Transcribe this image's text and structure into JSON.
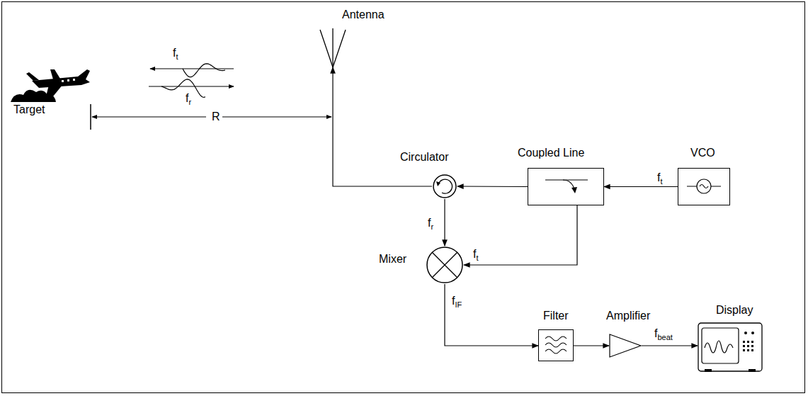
{
  "diagram": {
    "nodes": [
      {
        "text": [
          "Target"
        ]
      },
      {
        "text": [
          "Antenna"
        ]
      },
      {
        "text": [
          "Circulator"
        ]
      },
      {
        "text": [
          "Coupled Line"
        ]
      },
      {
        "text": [
          "VCO"
        ]
      },
      {
        "text": [
          "Mixer"
        ]
      },
      {
        "text": [
          "Filter"
        ]
      },
      {
        "text": [
          "Amplifier"
        ]
      },
      {
        "text": [
          "Display"
        ]
      }
    ],
    "edges": [
      {
        "from": 4,
        "to": 3,
        "arrow": "to",
        "label": "ft"
      },
      {
        "from": 3,
        "to": 2,
        "arrow": "to"
      },
      {
        "from": 2,
        "to": 1,
        "arrow": "to"
      },
      {
        "from": 2,
        "to": 5,
        "arrow": "to",
        "label": "fr"
      },
      {
        "from": 3,
        "to": 5,
        "arrow": "to",
        "label": "ft"
      },
      {
        "from": 5,
        "to": 6,
        "arrow": "to",
        "label": "fIF"
      },
      {
        "from": 6,
        "to": 7,
        "arrow": "to"
      },
      {
        "from": 7,
        "to": 8,
        "arrow": "to",
        "label": "fbeat"
      }
    ],
    "labels": [
      "ft",
      "fr",
      "R"
    ]
  }
}
